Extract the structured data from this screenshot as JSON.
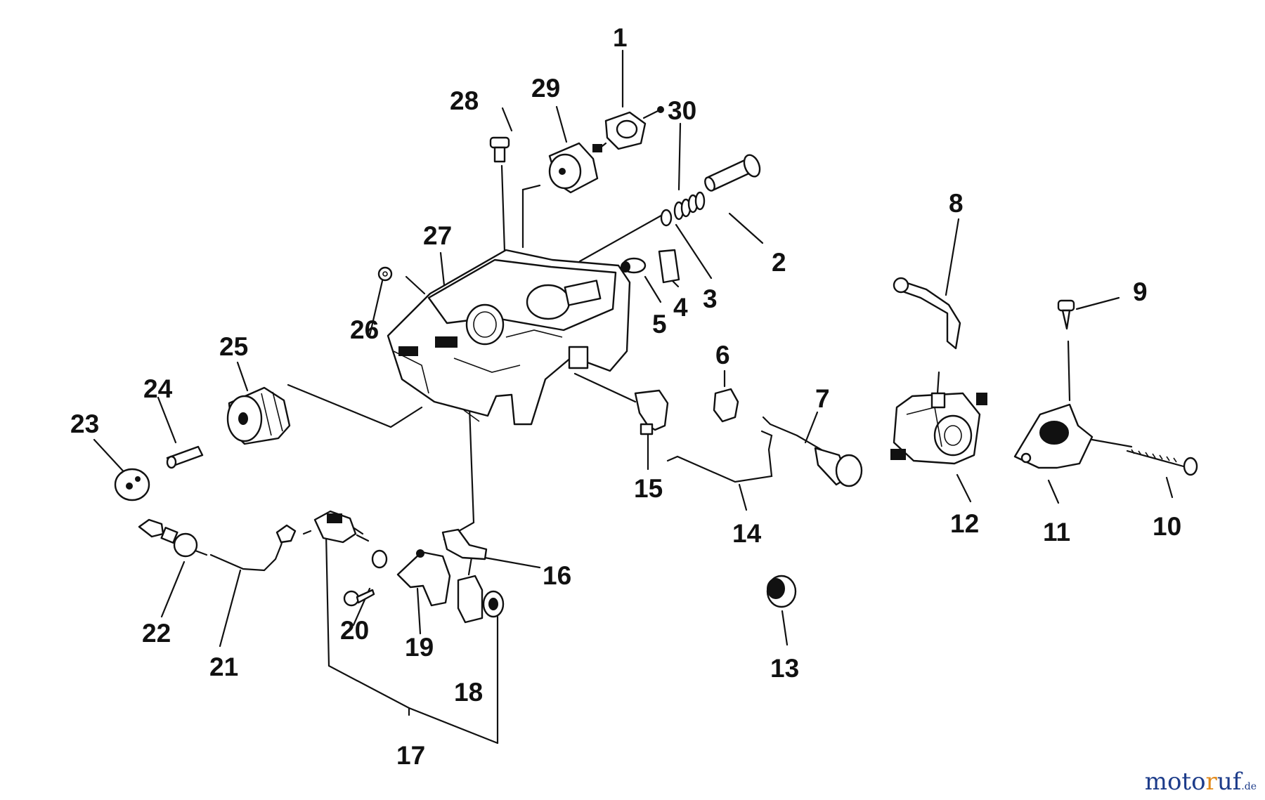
{
  "callouts": [
    {
      "id": "1",
      "label": "1"
    },
    {
      "id": "2",
      "label": "2"
    },
    {
      "id": "3",
      "label": "3"
    },
    {
      "id": "4",
      "label": "4"
    },
    {
      "id": "5",
      "label": "5"
    },
    {
      "id": "6",
      "label": "6"
    },
    {
      "id": "7",
      "label": "7"
    },
    {
      "id": "8",
      "label": "8"
    },
    {
      "id": "9",
      "label": "9"
    },
    {
      "id": "10",
      "label": "10"
    },
    {
      "id": "11",
      "label": "11"
    },
    {
      "id": "12",
      "label": "12"
    },
    {
      "id": "13",
      "label": "13"
    },
    {
      "id": "14",
      "label": "14"
    },
    {
      "id": "15",
      "label": "15"
    },
    {
      "id": "16",
      "label": "16"
    },
    {
      "id": "17",
      "label": "17"
    },
    {
      "id": "18",
      "label": "18"
    },
    {
      "id": "19",
      "label": "19"
    },
    {
      "id": "20",
      "label": "20"
    },
    {
      "id": "21",
      "label": "21"
    },
    {
      "id": "22",
      "label": "22"
    },
    {
      "id": "23",
      "label": "23"
    },
    {
      "id": "24",
      "label": "24"
    },
    {
      "id": "25",
      "label": "25"
    },
    {
      "id": "26",
      "label": "26"
    },
    {
      "id": "27",
      "label": "27"
    },
    {
      "id": "28",
      "label": "28"
    },
    {
      "id": "29",
      "label": "29"
    },
    {
      "id": "30",
      "label": "30"
    }
  ],
  "watermark": {
    "part1": "moto",
    "part2": "r",
    "part3": "uf",
    "part4": ".de"
  }
}
